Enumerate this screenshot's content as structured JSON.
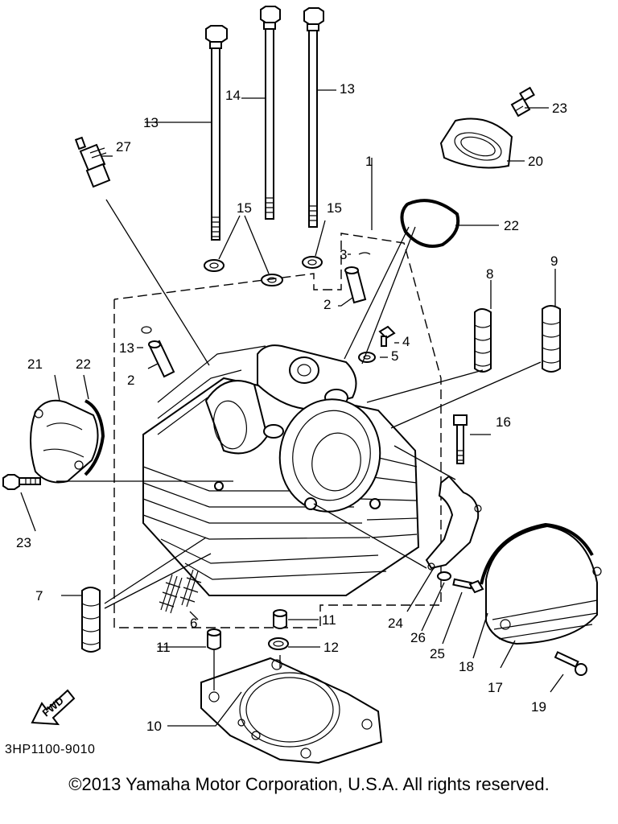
{
  "diagram": {
    "labels": [
      {
        "id": "1",
        "text": "1"
      },
      {
        "id": "2a",
        "text": "2"
      },
      {
        "id": "2b",
        "text": "2"
      },
      {
        "id": "3a",
        "text": "3"
      },
      {
        "id": "4",
        "text": "4"
      },
      {
        "id": "5",
        "text": "5"
      },
      {
        "id": "6",
        "text": "6"
      },
      {
        "id": "7",
        "text": "7"
      },
      {
        "id": "8",
        "text": "8"
      },
      {
        "id": "9",
        "text": "9"
      },
      {
        "id": "10",
        "text": "10"
      },
      {
        "id": "11a",
        "text": "11"
      },
      {
        "id": "11b",
        "text": "11"
      },
      {
        "id": "12",
        "text": "12"
      },
      {
        "id": "13a",
        "text": "13"
      },
      {
        "id": "13b",
        "text": "13"
      },
      {
        "id": "13c",
        "text": "13"
      },
      {
        "id": "14",
        "text": "14"
      },
      {
        "id": "15a",
        "text": "15"
      },
      {
        "id": "15b",
        "text": "15"
      },
      {
        "id": "16",
        "text": "16"
      },
      {
        "id": "17",
        "text": "17"
      },
      {
        "id": "18",
        "text": "18"
      },
      {
        "id": "19",
        "text": "19"
      },
      {
        "id": "20",
        "text": "20"
      },
      {
        "id": "21",
        "text": "21"
      },
      {
        "id": "22a",
        "text": "22"
      },
      {
        "id": "22b",
        "text": "22"
      },
      {
        "id": "23a",
        "text": "23"
      },
      {
        "id": "23b",
        "text": "23"
      },
      {
        "id": "24",
        "text": "24"
      },
      {
        "id": "25",
        "text": "25"
      },
      {
        "id": "26",
        "text": "26"
      },
      {
        "id": "27",
        "text": "27"
      }
    ],
    "fwd_arrow_text": "FWD",
    "diagram_code": "3HP1100-9010"
  },
  "footer": {
    "copyright": "©2013 Yamaha Motor Corporation, U.S.A. All rights reserved."
  }
}
